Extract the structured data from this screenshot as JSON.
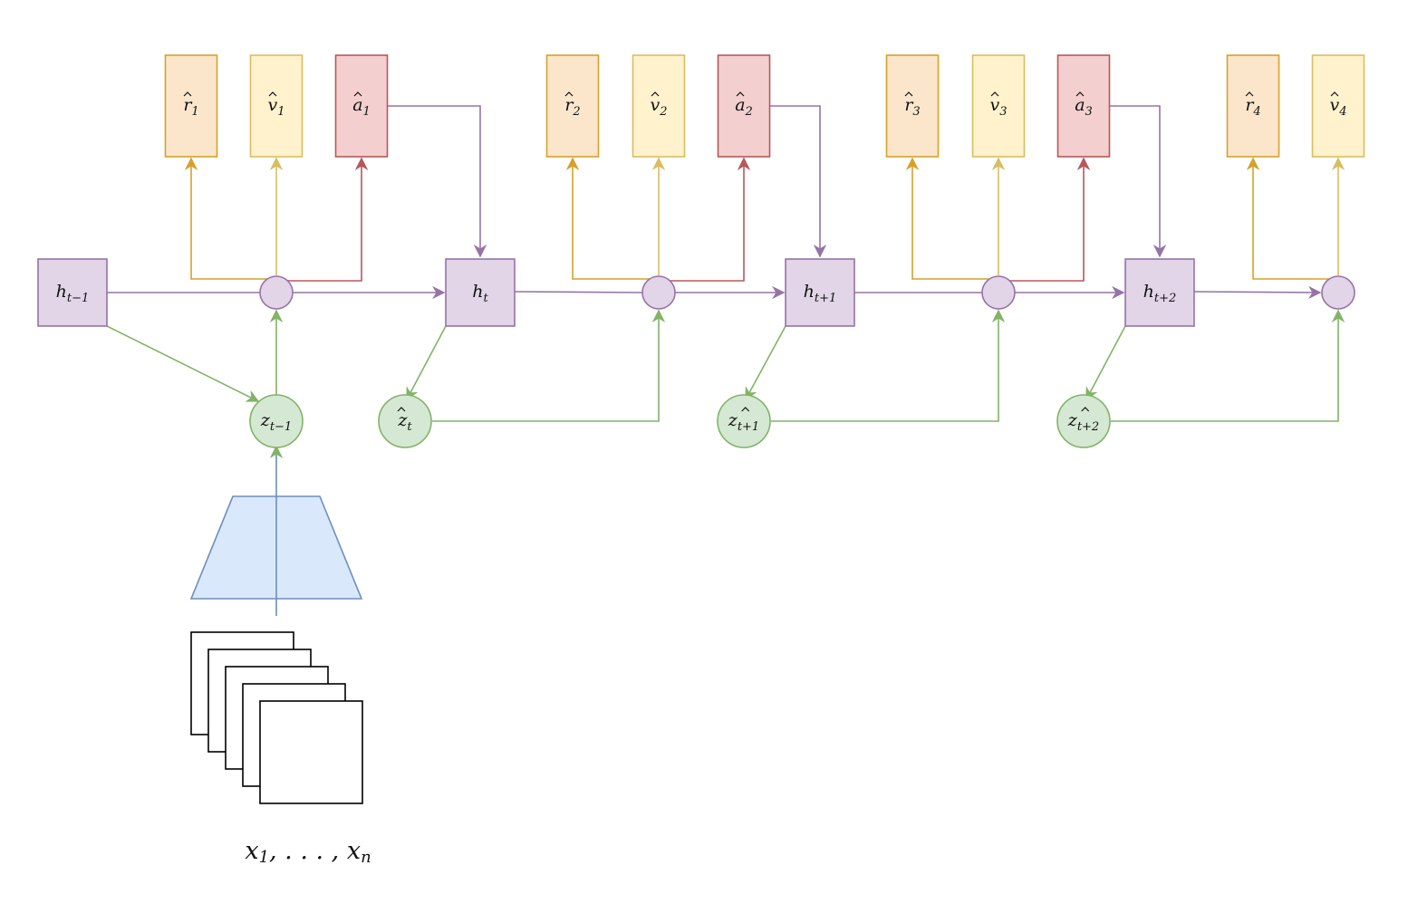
{
  "colors": {
    "reward_fill": "#fbe6cc",
    "reward_stroke": "#d6a12b",
    "value_fill": "#fff2cc",
    "value_stroke": "#d9bd62",
    "action_fill": "#f3cfcf",
    "action_stroke": "#b8575a",
    "hidden_fill": "#e1d5e7",
    "hidden_stroke": "#9673a6",
    "latent_fill": "#d5e8d4",
    "latent_stroke": "#82b366",
    "encoder_fill": "#dae8fc",
    "encoder_stroke": "#6c8ebf",
    "frame_stroke": "#000000"
  },
  "hidden_states": [
    {
      "base": "h",
      "sub": "t−1"
    },
    {
      "base": "h",
      "sub": "t"
    },
    {
      "base": "h",
      "sub": "t+1"
    },
    {
      "base": "h",
      "sub": "t+2"
    }
  ],
  "latents": [
    {
      "base": "z",
      "sub": "t−1",
      "hat": false
    },
    {
      "base": "z",
      "sub": "t",
      "hat": true
    },
    {
      "base": "z",
      "sub": "t+1",
      "hat": true
    },
    {
      "base": "z",
      "sub": "t+2",
      "hat": true
    }
  ],
  "rewards": [
    {
      "base": "r",
      "sub": "1"
    },
    {
      "base": "r",
      "sub": "2"
    },
    {
      "base": "r",
      "sub": "3"
    },
    {
      "base": "r",
      "sub": "4"
    }
  ],
  "values": [
    {
      "base": "v",
      "sub": "1"
    },
    {
      "base": "v",
      "sub": "2"
    },
    {
      "base": "v",
      "sub": "3"
    },
    {
      "base": "v",
      "sub": "4"
    }
  ],
  "actions": [
    {
      "base": "a",
      "sub": "1"
    },
    {
      "base": "a",
      "sub": "2"
    },
    {
      "base": "a",
      "sub": "3"
    }
  ],
  "observations": {
    "base": "x",
    "sub_first": "1",
    "sub_last": "n",
    "separator": ", . . . , "
  }
}
